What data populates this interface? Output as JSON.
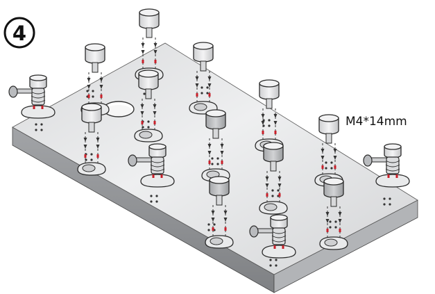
{
  "step": {
    "number": "4"
  },
  "callout": {
    "text": "M4*14mm"
  },
  "colors": {
    "board_top": "#e4e5e7",
    "board_front": "#8e9093",
    "board_side": "#b4b6b9",
    "leg_cap": "#d5d6d8",
    "screw_red": "#c8202a",
    "outline": "#2a2a2a"
  },
  "legs": [
    {
      "type": "post",
      "cap": "light"
    },
    {
      "type": "post",
      "cap": "light"
    },
    {
      "type": "post",
      "cap": "light"
    },
    {
      "type": "post",
      "cap": "light"
    },
    {
      "type": "post",
      "cap": "light"
    },
    {
      "type": "post",
      "cap": "light"
    },
    {
      "type": "post",
      "cap": "light"
    },
    {
      "type": "post",
      "cap": "dark"
    },
    {
      "type": "post",
      "cap": "dark"
    },
    {
      "type": "post",
      "cap": "dark"
    },
    {
      "type": "post",
      "cap": "dark"
    },
    {
      "type": "caster",
      "cap": "light"
    },
    {
      "type": "caster",
      "cap": "light"
    },
    {
      "type": "caster",
      "cap": "light"
    },
    {
      "type": "caster",
      "cap": "light"
    }
  ]
}
